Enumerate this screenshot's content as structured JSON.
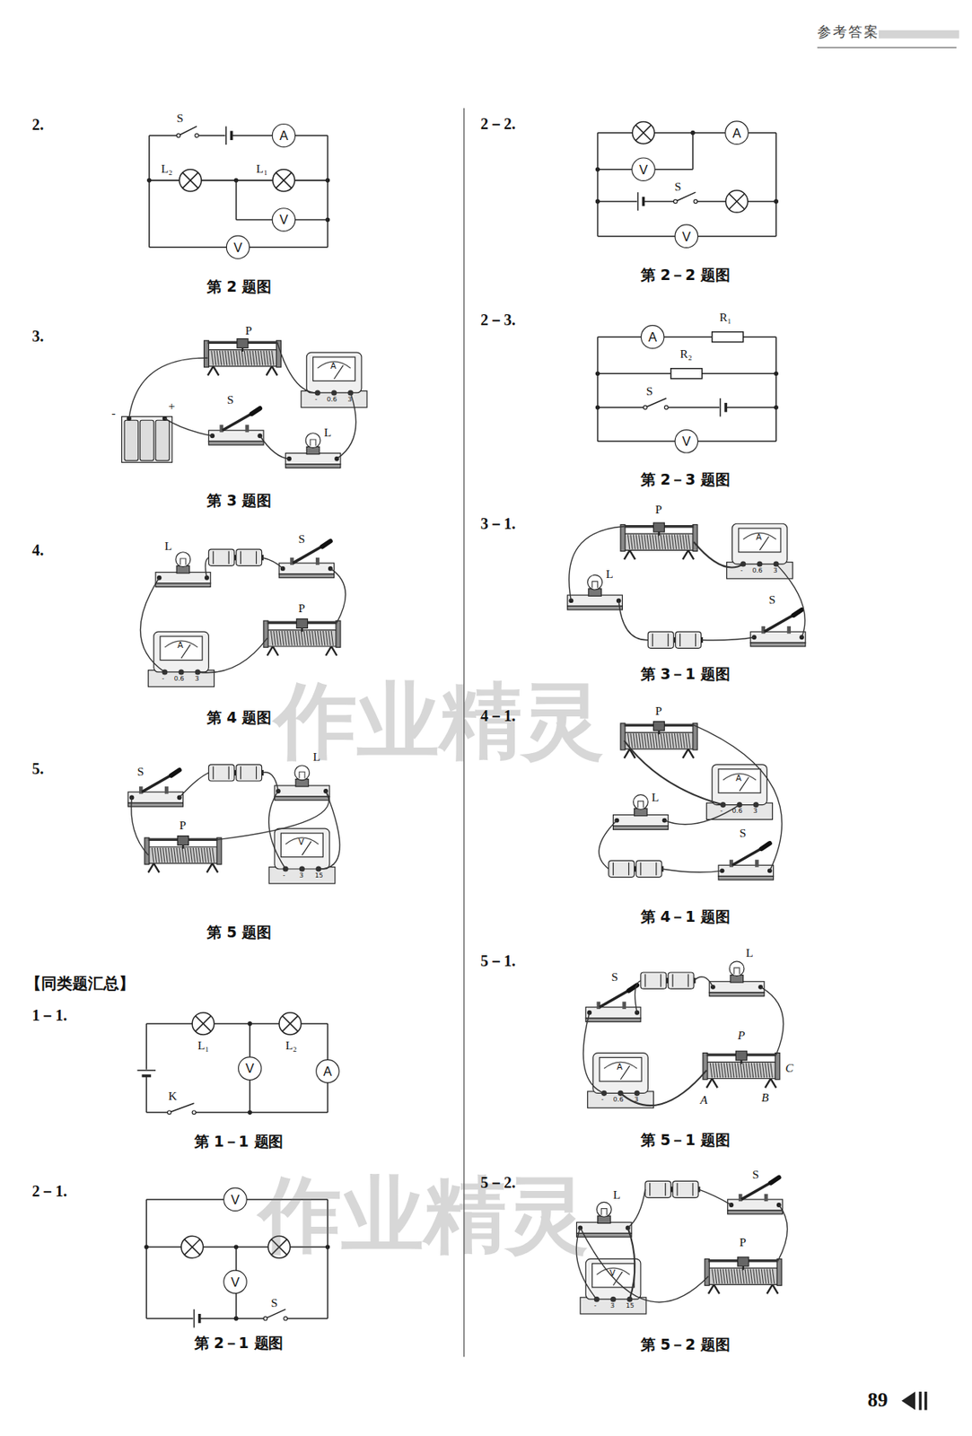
{
  "diagram": {
    "nodes": [
      {
        "text": [
          "A"
        ]
      },
      {
        "text": [
          "V"
        ]
      },
      {
        "text": [
          "V"
        ]
      },
      {
        "text": [
          "V"
        ]
      },
      {
        "text": [
          "A"
        ]
      },
      {
        "text": [
          "V"
        ]
      },
      {
        "text": [
          "V"
        ]
      },
      {
        "text": [
          "A"
        ]
      },
      {
        "text": [
          "V"
        ]
      },
      {
        "text": [
          "V"
        ]
      },
      {
        "text": [
          "A"
        ]
      },
      {
        "text": [
          "V"
        ]
      }
    ],
    "labels": [
      "参考答案",
      "89",
      "2.",
      "S",
      "L₂",
      "L₁",
      "第 2 题图",
      "3.",
      "P",
      "+",
      "-",
      "S",
      "L",
      "A",
      "-",
      "0.6",
      "3",
      "第 3 题图",
      "4.",
      "S",
      "L",
      "P",
      "A",
      "-",
      "0.6",
      "3",
      "第 4 题图",
      "5.",
      "S",
      "L",
      "P",
      "V",
      "-",
      "3",
      "15",
      "第 5 题图",
      "【同类题汇总】",
      "1－1.",
      "L₁",
      "L₂",
      "K",
      "第 1－1 题图",
      "2－1.",
      "S",
      "第 2－1 题图",
      "作业精灵",
      "作业精灵",
      "2－2.",
      "S",
      "第 2－2 题图",
      "2－3.",
      "R₁",
      "R₂",
      "S",
      "第 2－3 题图",
      "3－1.",
      "P",
      "L",
      "S",
      "A",
      "-",
      "0.6",
      "3",
      "第 3－1 题图",
      "4－1.",
      "P",
      "L",
      "S",
      "A",
      "-",
      "0.6",
      "3",
      "第 4－1 题图",
      "5－1.",
      "S",
      "L",
      "P",
      "C",
      "A",
      "B",
      "A",
      "-",
      "0.6",
      "3",
      "第 5－1 题图",
      "5－2.",
      "S",
      "L",
      "P",
      "V",
      "-",
      "3",
      "15",
      "第 5－2 题图"
    ]
  }
}
